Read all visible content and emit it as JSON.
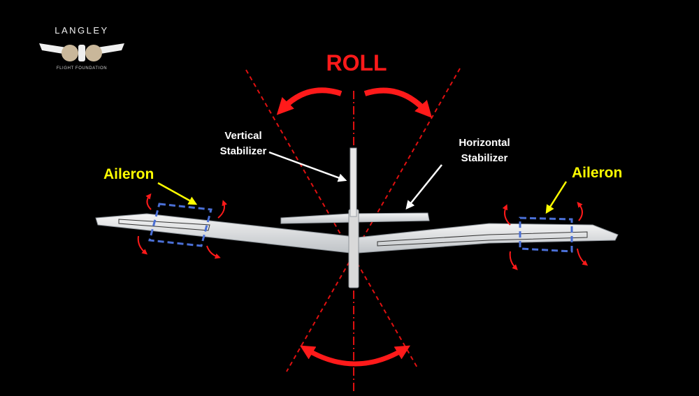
{
  "logo": {
    "name": "LANGLEY",
    "tagline": "FLIGHT FOUNDATION"
  },
  "title": "ROLL",
  "labels": {
    "vertical_stabilizer_line1": "Vertical",
    "vertical_stabilizer_line2": "Stabilizer",
    "horizontal_stabilizer_line1": "Horizontal",
    "horizontal_stabilizer_line2": "Stabilizer",
    "aileron_left": "Aileron",
    "aileron_right": "Aileron"
  },
  "colors": {
    "background": "#000000",
    "roll": "#ff1a1a",
    "axis": "#e01010",
    "aileron_label": "#ffff00",
    "aileron_box": "#4a6fd6",
    "label_text": "#ffffff"
  }
}
